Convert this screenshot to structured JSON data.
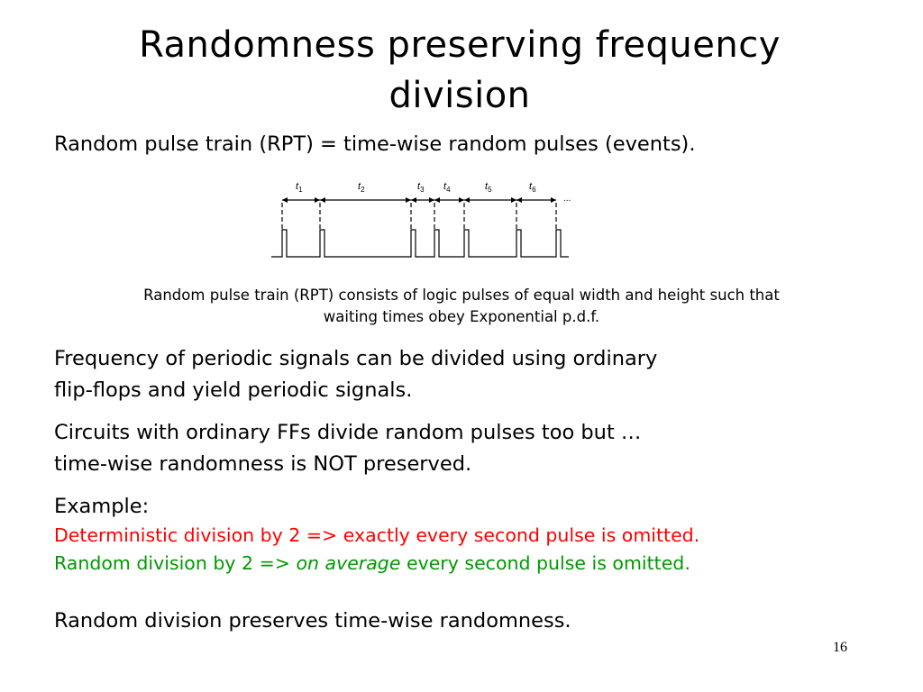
{
  "slide": {
    "title_line1": "Randomness preserving frequency",
    "title_line2": "division",
    "intro": "Random pulse train (RPT) = time-wise random pulses (events).",
    "figure": {
      "interval_labels": [
        "t",
        "t",
        "t",
        "t",
        "t",
        "t"
      ],
      "interval_subscripts": [
        "1",
        "2",
        "3",
        "4",
        "5",
        "6"
      ],
      "ellipsis": "..."
    },
    "caption_line1": "Random pulse train (RPT) consists of logic pulses of equal width  and height such that",
    "caption_line2": "waiting times obey Exponential p.d.f.",
    "para1_line1": "Frequency of periodic signals can be divided using ordinary",
    "para1_line2": "flip-flops and yield periodic signals.",
    "para2_line1": "Circuits with ordinary FFs divide random pulses too but …",
    "para2_line2": "time-wise randomness is NOT preserved.",
    "example_label": "Example:",
    "example_deterministic": "Deterministic division by 2 => exactly every second pulse is omitted.",
    "example_random_prefix": "Random division by 2 => ",
    "example_random_emphasis": "on average",
    "example_random_suffix": " every second pulse is omitted.",
    "conclusion": "Random division preserves time-wise randomness.",
    "page_number": "16"
  },
  "colors": {
    "deterministic": "#ff0000",
    "random": "#009900"
  }
}
